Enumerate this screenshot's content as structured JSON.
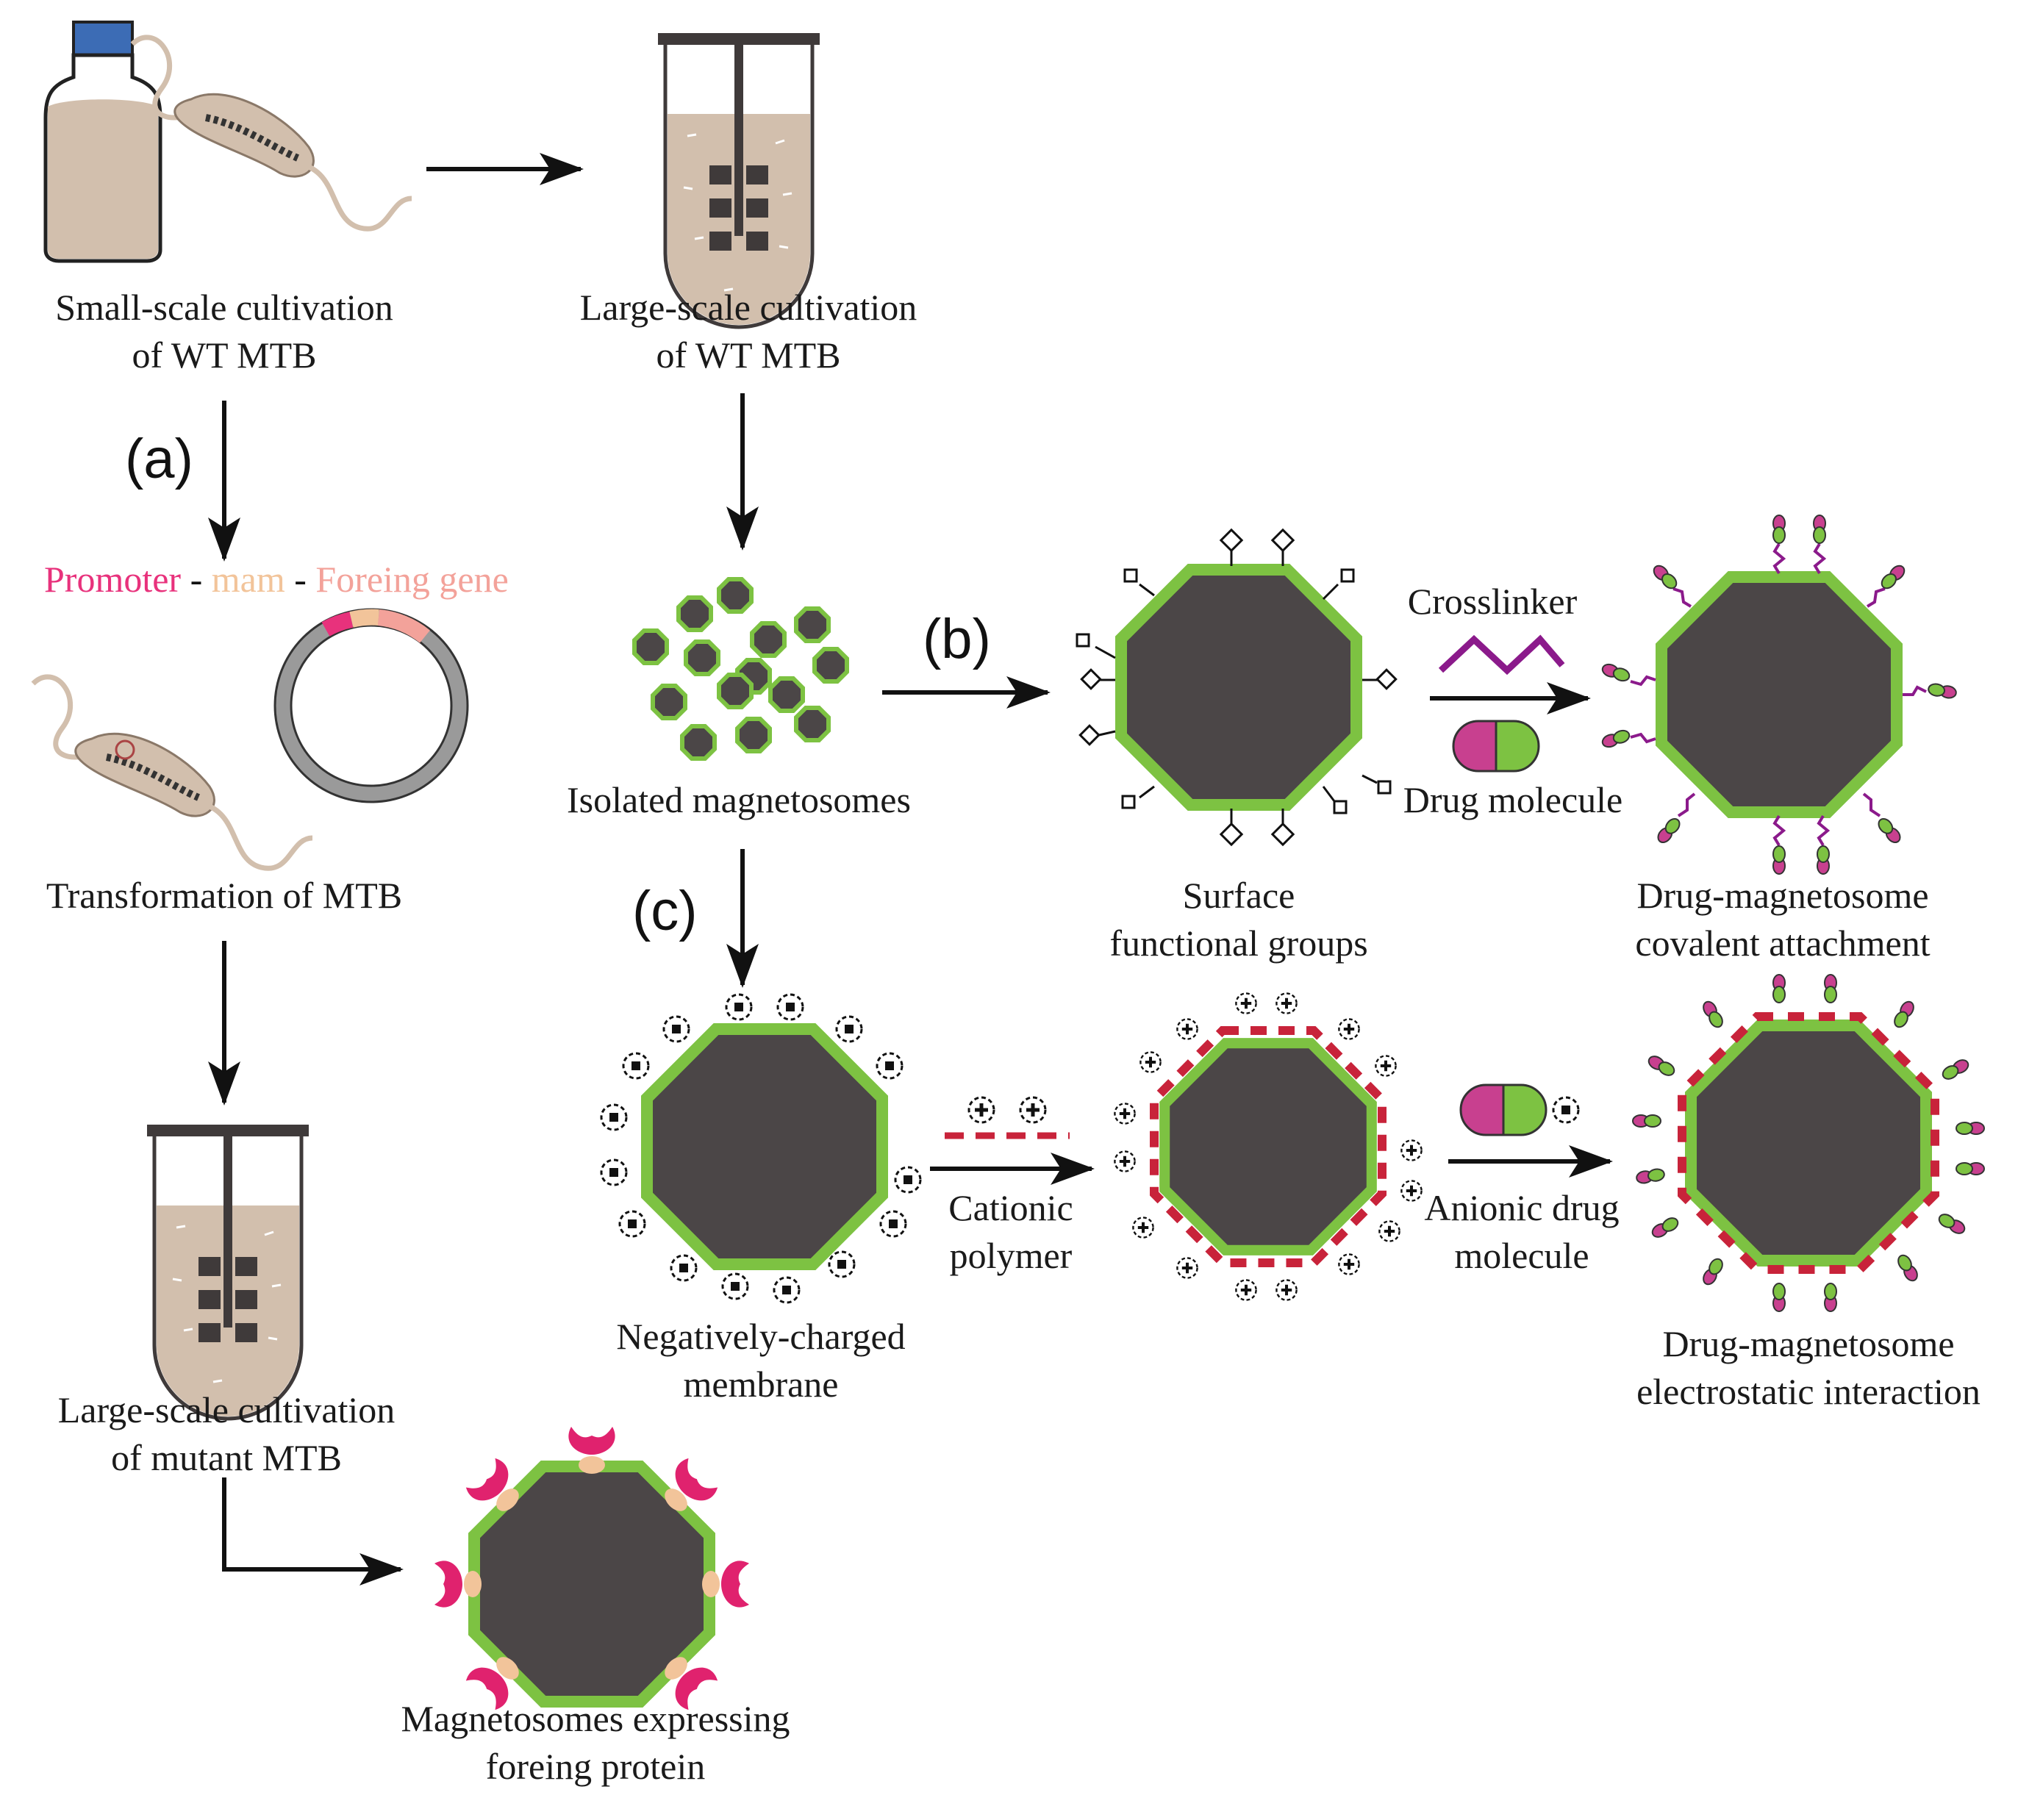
{
  "labels": {
    "a": "(a)",
    "b": "(b)",
    "c": "(c)"
  },
  "captions": {
    "small_scale_1": "Small-scale cultivation",
    "small_scale_2": "of WT MTB",
    "large_scale_wt_1": "Large-scale cultivation",
    "large_scale_wt_2": "of WT MTB",
    "transformation": "Transformation of MTB",
    "large_scale_mut_1": "Large-scale cultivation",
    "large_scale_mut_2": "of mutant MTB",
    "isolated": "Isolated magnetosomes",
    "surface_1": "Surface",
    "surface_2": "functional groups",
    "crosslinker": "Crosslinker",
    "drug_molecule": "Drug molecule",
    "covalent_1": "Drug-magnetosome",
    "covalent_2": "covalent attachment",
    "neg_membrane_1": "Negatively-charged",
    "neg_membrane_2": "membrane",
    "cationic_1": "Cationic",
    "cationic_2": "polymer",
    "anionic_1": "Anionic drug",
    "anionic_2": "molecule",
    "electrostatic_1": "Drug-magnetosome",
    "electrostatic_2": "electrostatic interaction",
    "expressing_1": "Magnetosomes expressing",
    "expressing_2": "foreing protein"
  },
  "gene_construct": {
    "promoter": "Promoter",
    "sep1": " - ",
    "mam": "mam",
    "sep2": " - ",
    "foreign": "Foreing gene"
  },
  "colors": {
    "membrane": "#7dc242",
    "core": "#4b4647",
    "culture": "#d2bfad",
    "promoter": "#e8327c",
    "mam": "#f2c49a",
    "foreign": "#f3a29a",
    "crosslinker": "#8b1a8b",
    "drug_magenta": "#c8408f",
    "drug_green": "#7dc242",
    "polymer": "#c8233a",
    "protein": "#e0226e",
    "anchor": "#f2c49a"
  }
}
